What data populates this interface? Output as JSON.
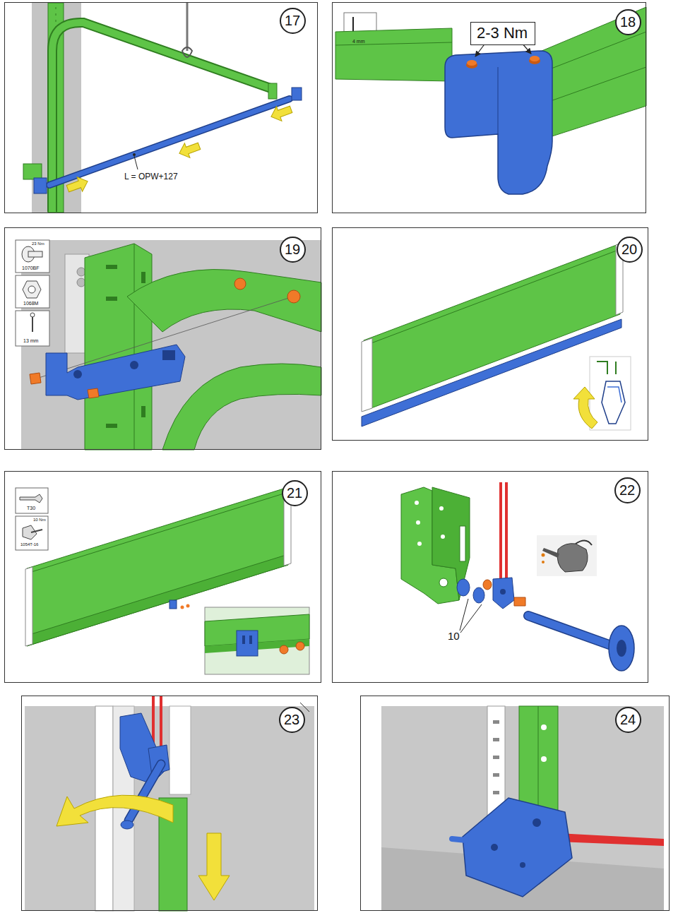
{
  "diagram": {
    "nodes": [
      {
        "text": [
          "17"
        ]
      },
      {
        "text": [
          "18"
        ]
      },
      {
        "text": [
          "2-3 Nm"
        ],
        "in": 1
      },
      {
        "text": [
          "19"
        ]
      },
      {
        "text": [
          "20"
        ]
      },
      {
        "text": [
          "21"
        ]
      },
      {
        "text": [
          "22"
        ]
      },
      {
        "text": [
          "23"
        ]
      },
      {
        "text": [
          "24"
        ]
      }
    ],
    "labels": [
      "L = OPW+127",
      "4 mm",
      "23 Nm",
      "1070BF",
      "1068M",
      "13 mm",
      "T30",
      "10 Nm",
      "1054T-16",
      "10"
    ]
  }
}
